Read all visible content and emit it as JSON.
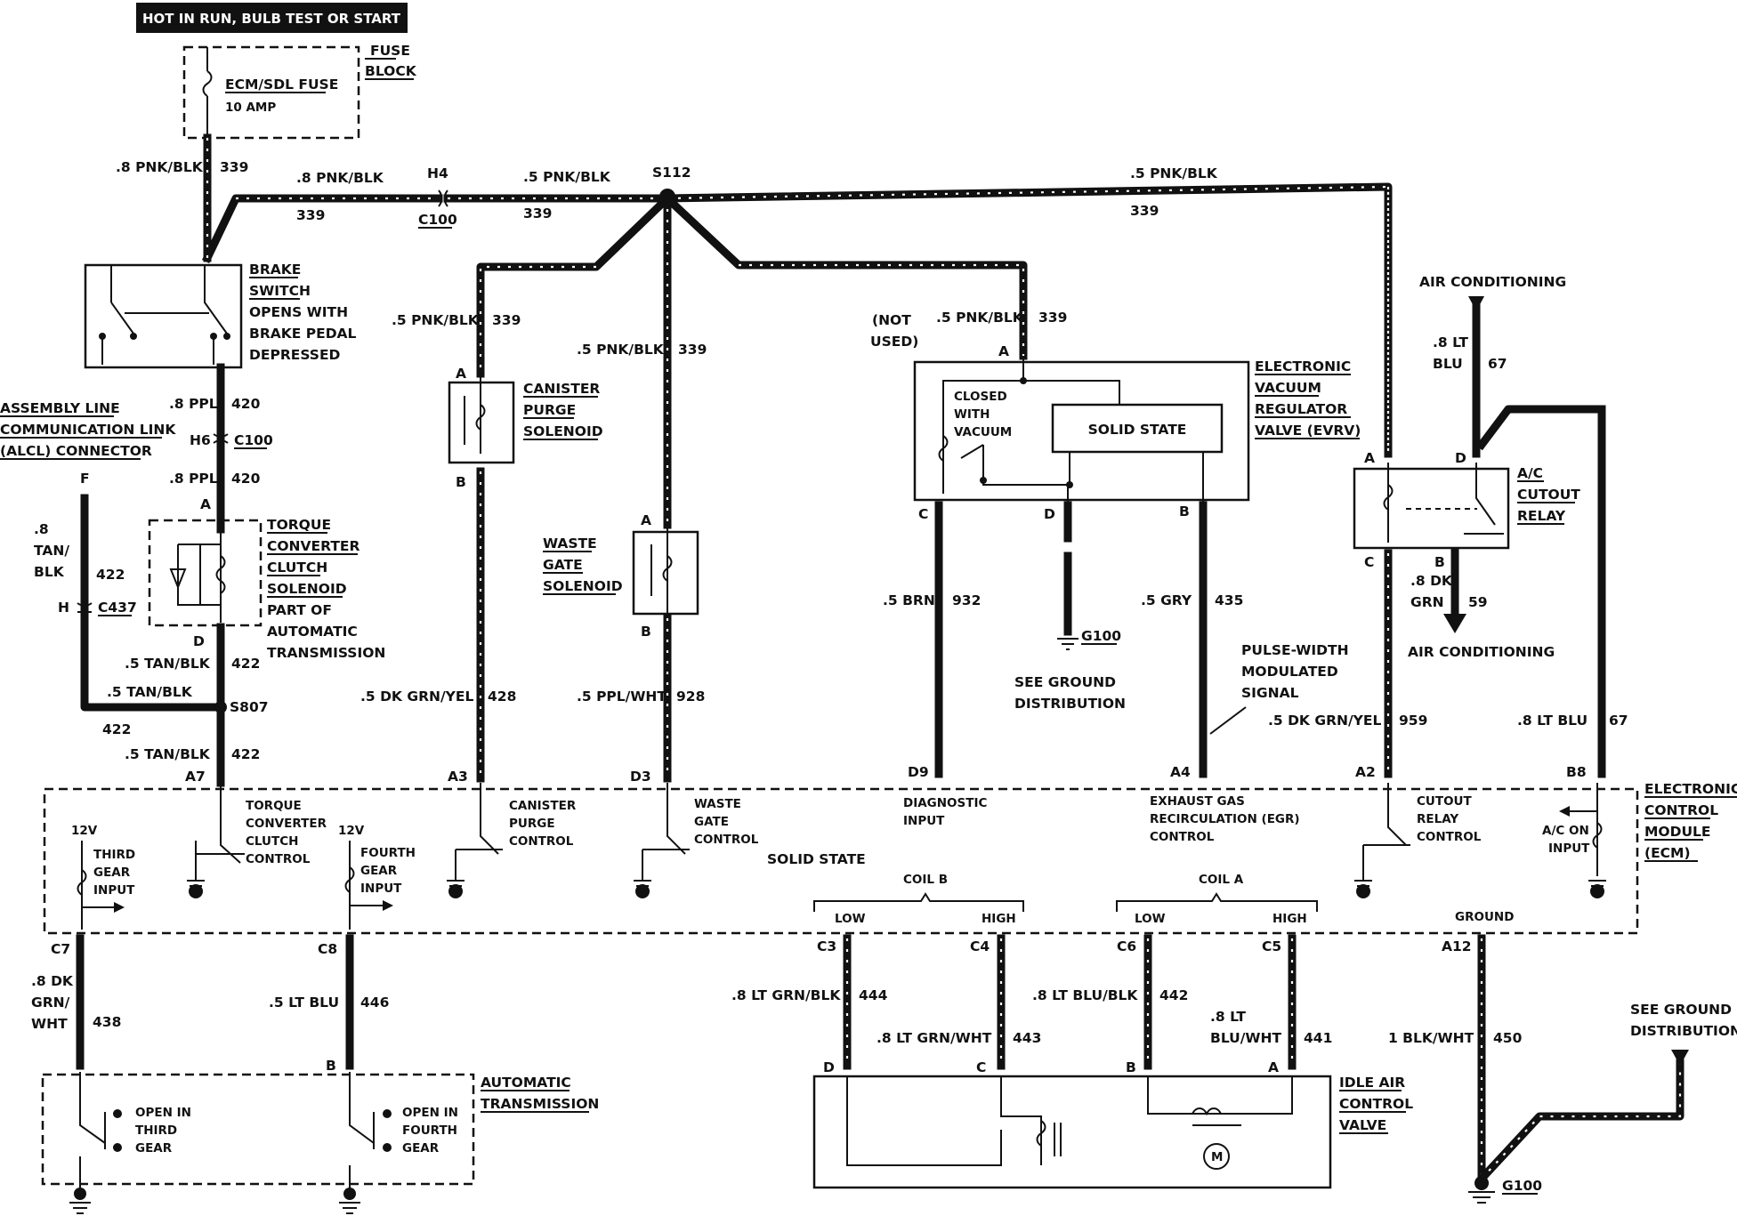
{
  "header": {
    "title": "HOT IN RUN, BULB TEST OR START"
  },
  "fuse_block": {
    "label_1": "FUSE",
    "label_2": "BLOCK",
    "fuse_name": "ECM/SDL FUSE",
    "fuse_rating": "10 AMP"
  },
  "brake_switch": {
    "line1": "BRAKE",
    "line2": "SWITCH",
    "line3": "OPENS WITH",
    "line4": "BRAKE PEDAL",
    "line5": "DEPRESSED"
  },
  "alcl": {
    "line1": "ASSEMBLY LINE",
    "line2": "COMMUNICATION LINK",
    "line3": "(ALCL) CONNECTOR",
    "pin": "F"
  },
  "tcc": {
    "line1": "TORQUE",
    "line2": "CONVERTER",
    "line3": "CLUTCH",
    "line4": "SOLENOID",
    "line5": "PART OF",
    "line6": "AUTOMATIC",
    "line7": "TRANSMISSION",
    "pin_a": "A",
    "pin_d": "D"
  },
  "canister_purge": {
    "line1": "CANISTER",
    "line2": "PURGE",
    "line3": "SOLENOID",
    "pin_a": "A",
    "pin_b": "B"
  },
  "waste_gate": {
    "line1": "WASTE",
    "line2": "GATE",
    "line3": "SOLENOID",
    "pin_a": "A",
    "pin_b": "B"
  },
  "evrv": {
    "line1": "ELECTRONIC",
    "line2": "VACUUM",
    "line3": "REGULATOR",
    "line4": "VALVE (EVRV)",
    "inner_1": "CLOSED",
    "inner_2": "WITH",
    "inner_3": "VACUUM",
    "solid_state": "SOLID STATE",
    "not_used_1": "(NOT",
    "not_used_2": "USED)",
    "pin_a": "A",
    "pin_b": "B",
    "pin_c": "C",
    "pin_d": "D"
  },
  "ac_relay": {
    "line1": "A/C",
    "line2": "CUTOUT",
    "line3": "RELAY",
    "pin_a": "A",
    "pin_b": "B",
    "pin_c": "C",
    "pin_d": "D",
    "air_cond_top": "AIR CONDITIONING",
    "air_cond_bottom": "AIR CONDITIONING"
  },
  "ecm": {
    "line1": "ELECTRONIC",
    "line2": "CONTROL",
    "line3": "MODULE",
    "line4": "(ECM)",
    "solid_state": "SOLID STATE",
    "tcc_ctrl": [
      "TORQUE",
      "CONVERTER",
      "CLUTCH",
      "CONTROL"
    ],
    "canister_ctrl": [
      "CANISTER",
      "PURGE",
      "CONTROL"
    ],
    "waste_ctrl": [
      "WASTE",
      "GATE",
      "CONTROL"
    ],
    "diag": [
      "DIAGNOSTIC",
      "INPUT"
    ],
    "egr": [
      "EXHAUST GAS",
      "RECIRCULATION (EGR)",
      "CONTROL"
    ],
    "cutout": [
      "CUTOUT",
      "RELAY",
      "CONTROL"
    ],
    "ac_on": [
      "A/C ON",
      "INPUT"
    ],
    "third_gear": [
      "THIRD",
      "GEAR",
      "INPUT"
    ],
    "fourth_gear": [
      "FOURTH",
      "GEAR",
      "INPUT"
    ],
    "v12": "12V",
    "coil_b": "COIL B",
    "coil_a": "COIL A",
    "low": "LOW",
    "high": "HIGH",
    "ground": "GROUND",
    "pins": {
      "a7": "A7",
      "a3": "A3",
      "d3": "D3",
      "d9": "D9",
      "a4": "A4",
      "a2": "A2",
      "b8": "B8",
      "c7": "C7",
      "c8": "C8",
      "c3": "C3",
      "c4": "C4",
      "c6": "C6",
      "c5": "C5",
      "a12": "A12"
    }
  },
  "auto_trans": {
    "line1": "AUTOMATIC",
    "line2": "TRANSMISSION",
    "sw3": [
      "OPEN IN",
      "THIRD",
      "GEAR"
    ],
    "sw4": [
      "OPEN IN",
      "FOURTH",
      "GEAR"
    ],
    "pin_b": "B"
  },
  "iac": {
    "line1": "IDLE AIR",
    "line2": "CONTROL",
    "line3": "VALVE",
    "pin_d": "D",
    "pin_c": "C",
    "pin_b": "B",
    "pin_a": "A"
  },
  "ground": {
    "g100": "G100",
    "see_1": "SEE GROUND",
    "see_2": "DISTRIBUTION",
    "see_r1": "SEE GROUND",
    "see_r2": "DISTRIBUTION"
  },
  "pwm": {
    "line1": "PULSE-WIDTH",
    "line2": "MODULATED",
    "line3": "SIGNAL"
  },
  "connectors": {
    "h4": "H4",
    "c100": "C100",
    "s112": "S112",
    "h6": "H6",
    "c100b": "C100",
    "h": "H",
    "c437": "C437",
    "s807": "S807"
  },
  "wires": {
    "w_fuse": ".8 PNK/BLK",
    "n_fuse": "339",
    "w_top1": ".8 PNK/BLK",
    "n_top1": "339",
    "w_top2": ".5 PNK/BLK",
    "n_top2": "339",
    "w_top3": ".5 PNK/BLK",
    "n_top3": "339",
    "w_can": ".5 PNK/BLK",
    "n_can": "339",
    "w_waste": ".5 PNK/BLK",
    "n_waste": "339",
    "w_evrv": ".5 PNK/BLK",
    "n_evrv": "339",
    "w_420a": ".8 PPL",
    "n_420a": "420",
    "w_420b": ".8 PPL",
    "n_420b": "420",
    "w_alcl": [
      ".8",
      "TAN/",
      "BLK"
    ],
    "n_alcl": "422",
    "w_422a": ".5 TAN/BLK",
    "n_422a": "422",
    "w_422b": ".5 TAN/BLK",
    "n_422b": "422",
    "w_422c": ".5 TAN/BLK",
    "n_422c": "422",
    "w_428": ".5 DK GRN/YEL",
    "n_428": "428",
    "w_928": ".5 PPL/WHT",
    "n_928": "928",
    "w_932": ".5 BRN",
    "n_932": "932",
    "w_435": ".5 GRY",
    "n_435": "435",
    "w_959": ".5 DK GRN/YEL",
    "n_959": "959",
    "w_67a": [
      ".8 LT",
      "BLU"
    ],
    "n_67a": "67",
    "w_67b": ".8 LT BLU",
    "n_67b": "67",
    "w_59": [
      ".8 DK",
      "GRN"
    ],
    "n_59": "59",
    "w_438": [
      ".8 DK",
      "GRN/",
      "WHT"
    ],
    "n_438": "438",
    "w_446": ".5 LT BLU",
    "n_446": "446",
    "w_444": ".8 LT GRN/BLK",
    "n_444": "444",
    "w_443": ".8 LT GRN/WHT",
    "n_443": "443",
    "w_442": ".8 LT BLU/BLK",
    "n_442": "442",
    "w_441": [
      ".8 LT",
      "BLU/WHT"
    ],
    "n_441": "441",
    "w_450": "1 BLK/WHT",
    "n_450": "450"
  }
}
